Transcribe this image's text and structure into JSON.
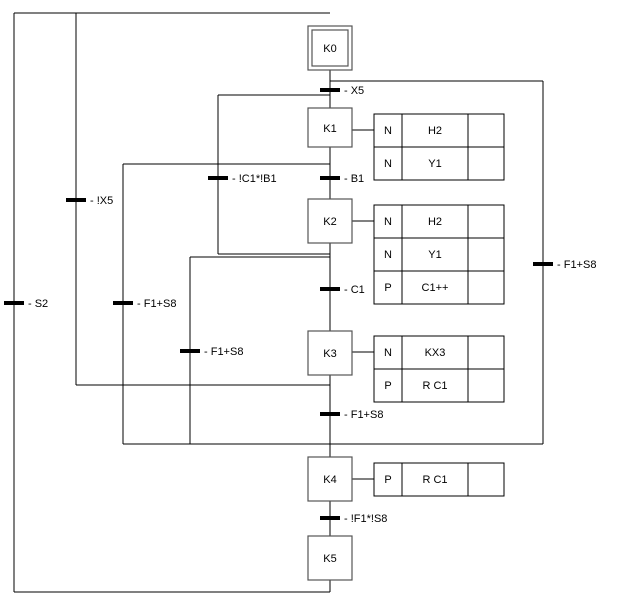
{
  "steps": {
    "k0": "K0",
    "k1": "K1",
    "k2": "K2",
    "k3": "K3",
    "k4": "K4",
    "k5": "K5"
  },
  "transitions": {
    "x5": "- X5",
    "b1": "- B1",
    "c1": "- C1",
    "f1s8_main": "- F1+S8",
    "nf1ns8": "- !F1*!S8",
    "s2": "- S2",
    "nx5": "- !X5",
    "nc1nb1": "- !C1*!B1",
    "f1s8_left": "- F1+S8",
    "f1s8_inner": "- F1+S8",
    "f1s8_right": "- F1+S8"
  },
  "actions": {
    "k1": [
      {
        "q": "N",
        "a": "H2"
      },
      {
        "q": "N",
        "a": "Y1"
      }
    ],
    "k2": [
      {
        "q": "N",
        "a": "H2"
      },
      {
        "q": "N",
        "a": "Y1"
      },
      {
        "q": "P",
        "a": "C1++"
      }
    ],
    "k3": [
      {
        "q": "N",
        "a": "KX3"
      },
      {
        "q": "P",
        "a": "R C1"
      }
    ],
    "k4": [
      {
        "q": "P",
        "a": "R C1"
      }
    ]
  }
}
